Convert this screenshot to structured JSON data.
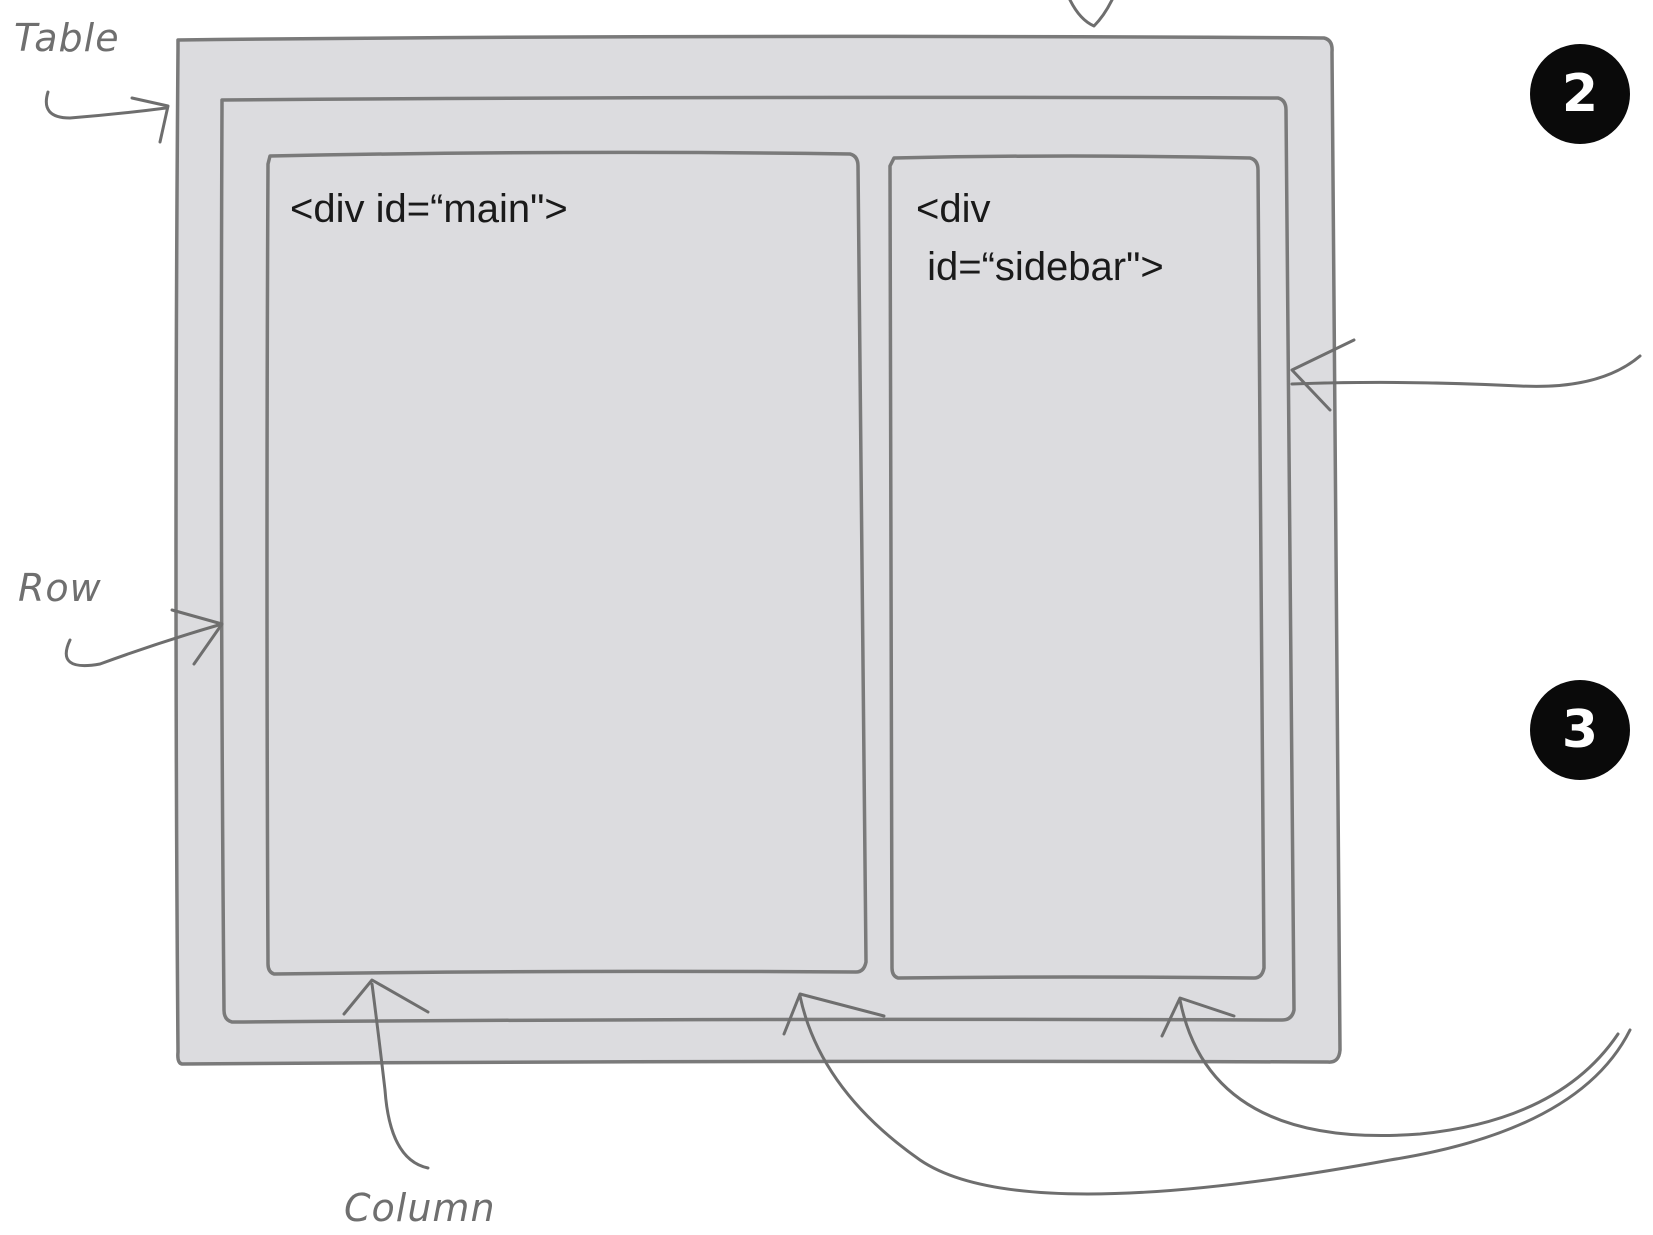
{
  "annotations": {
    "table": "Table",
    "row": "Row",
    "column": "Column"
  },
  "main_div": {
    "code": "<div id=“main\">"
  },
  "sidebar_div": {
    "code": "<div\n id=“sidebar\">"
  },
  "step_markers": {
    "two": "2",
    "three": "3"
  }
}
